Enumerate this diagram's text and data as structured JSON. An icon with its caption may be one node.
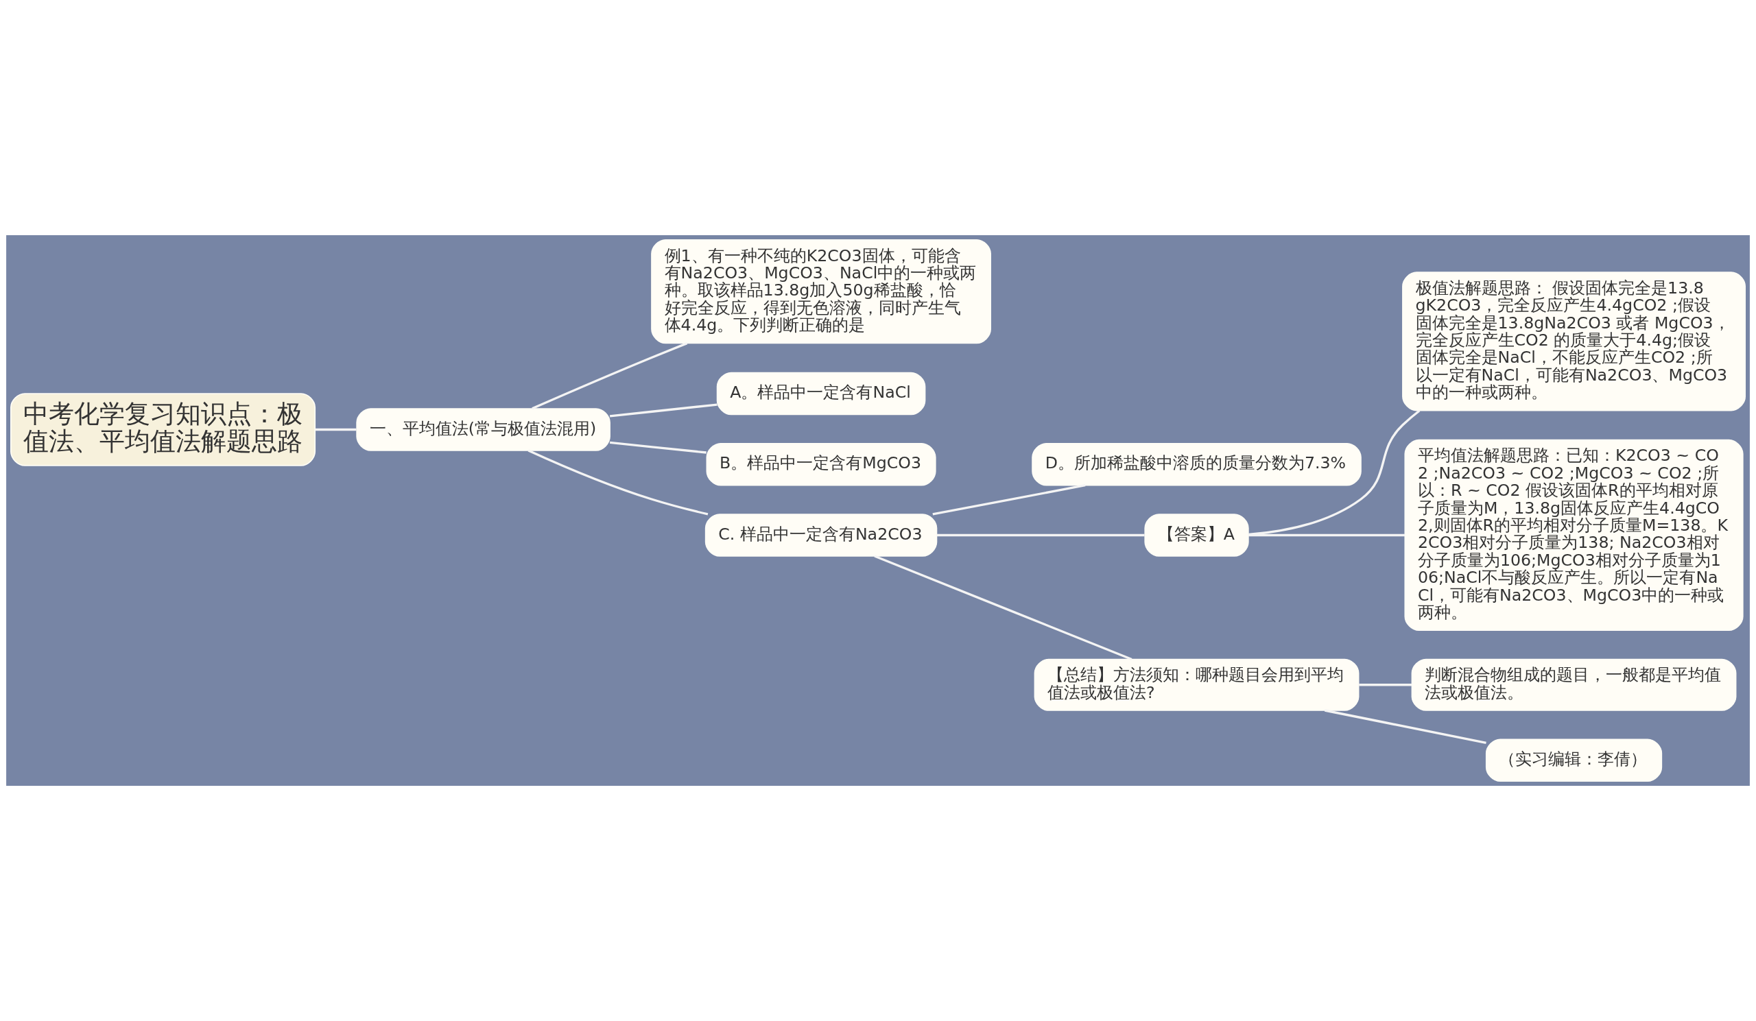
{
  "diagram": {
    "nodes": [
      {
        "text": [
          "中考化学复习知识点：极值法、平均值法解题思路"
        ]
      },
      {
        "text": [
          "一、平均值法(常与极值法混用)"
        ]
      },
      {
        "text": [
          "例1、有一种不纯的K2CO3固体，可能含有Na2CO3、MgCO3、NaCl中的一种或两种。取该样品13.8g加入50g稀盐酸，恰好完全反应，得到无色溶液，同时产生气体4.4g。下列判断正确的是"
        ]
      },
      {
        "text": [
          "A。样品中一定含有NaCl"
        ]
      },
      {
        "text": [
          "B。样品中一定含有MgCO3"
        ]
      },
      {
        "text": [
          "C. 样品中一定含有Na2CO3"
        ]
      },
      {
        "text": [
          "D。所加稀盐酸中溶质的质量分数为7.3%"
        ]
      },
      {
        "text": [
          "【答案】A"
        ]
      },
      {
        "text": [
          "极值法解题思路： 假设固体完全是13.8gK2CO3，完全反应产生4.4gCO2 ;假设固体完全是13.8gNa2CO3 或者 MgCO3，完全反应产生CO2 的质量大于4.4g;假设固体完全是NaCl，不能反应产生CO2 ;所以一定有NaCl，可能有Na2CO3、MgCO3中的一种或两种。"
        ]
      },
      {
        "text": [
          "平均值法解题思路：已知：K2CO3 ~ CO2 ;Na2CO3 ~ CO2 ;MgCO3 ~ CO2 ;所以：R ~ CO2 假设该固体R的平均相对原子质量为M，13.8g固体反应产生4.4gCO2,则固体R的平均相对分子质量M=138。K2CO3相对分子质量为138; Na2CO3相对分子质量为106;MgCO3相对分子质量为106;NaCl不与酸反应产生。所以一定有NaCl，可能有Na2CO3、MgCO3中的一种或两种。"
        ]
      },
      {
        "text": [
          "【总结】方法须知：哪种题目会用到平均值法或极值法?"
        ]
      },
      {
        "text": [
          "判断混合物组成的题目，一般都是平均值法或极值法。"
        ]
      },
      {
        "text": [
          "（实习编辑：李倩）"
        ]
      }
    ],
    "edges": [
      {
        "from": 0,
        "to": 1,
        "arrow": "none"
      },
      {
        "from": 1,
        "to": 2,
        "arrow": "none"
      },
      {
        "from": 1,
        "to": 3,
        "arrow": "none"
      },
      {
        "from": 1,
        "to": 4,
        "arrow": "none"
      },
      {
        "from": 1,
        "to": 5,
        "arrow": "none"
      },
      {
        "from": 5,
        "to": 6,
        "arrow": "none"
      },
      {
        "from": 5,
        "to": 7,
        "arrow": "none"
      },
      {
        "from": 5,
        "to": 10,
        "arrow": "none"
      },
      {
        "from": 7,
        "to": 8,
        "arrow": "none"
      },
      {
        "from": 7,
        "to": 9,
        "arrow": "none"
      },
      {
        "from": 10,
        "to": 11,
        "arrow": "none"
      },
      {
        "from": 10,
        "to": 12,
        "arrow": "none"
      }
    ]
  }
}
